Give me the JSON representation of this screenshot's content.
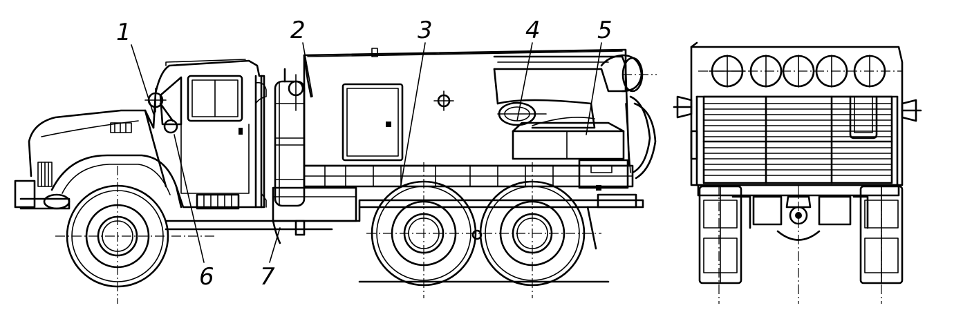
{
  "figure": {
    "callouts": [
      {
        "id": "1",
        "label": "1"
      },
      {
        "id": "2",
        "label": "2"
      },
      {
        "id": "3",
        "label": "3"
      },
      {
        "id": "4",
        "label": "4"
      },
      {
        "id": "5",
        "label": "5"
      },
      {
        "id": "6",
        "label": "6"
      },
      {
        "id": "7",
        "label": "7"
      }
    ],
    "views": [
      "side-view",
      "rear-view"
    ]
  }
}
